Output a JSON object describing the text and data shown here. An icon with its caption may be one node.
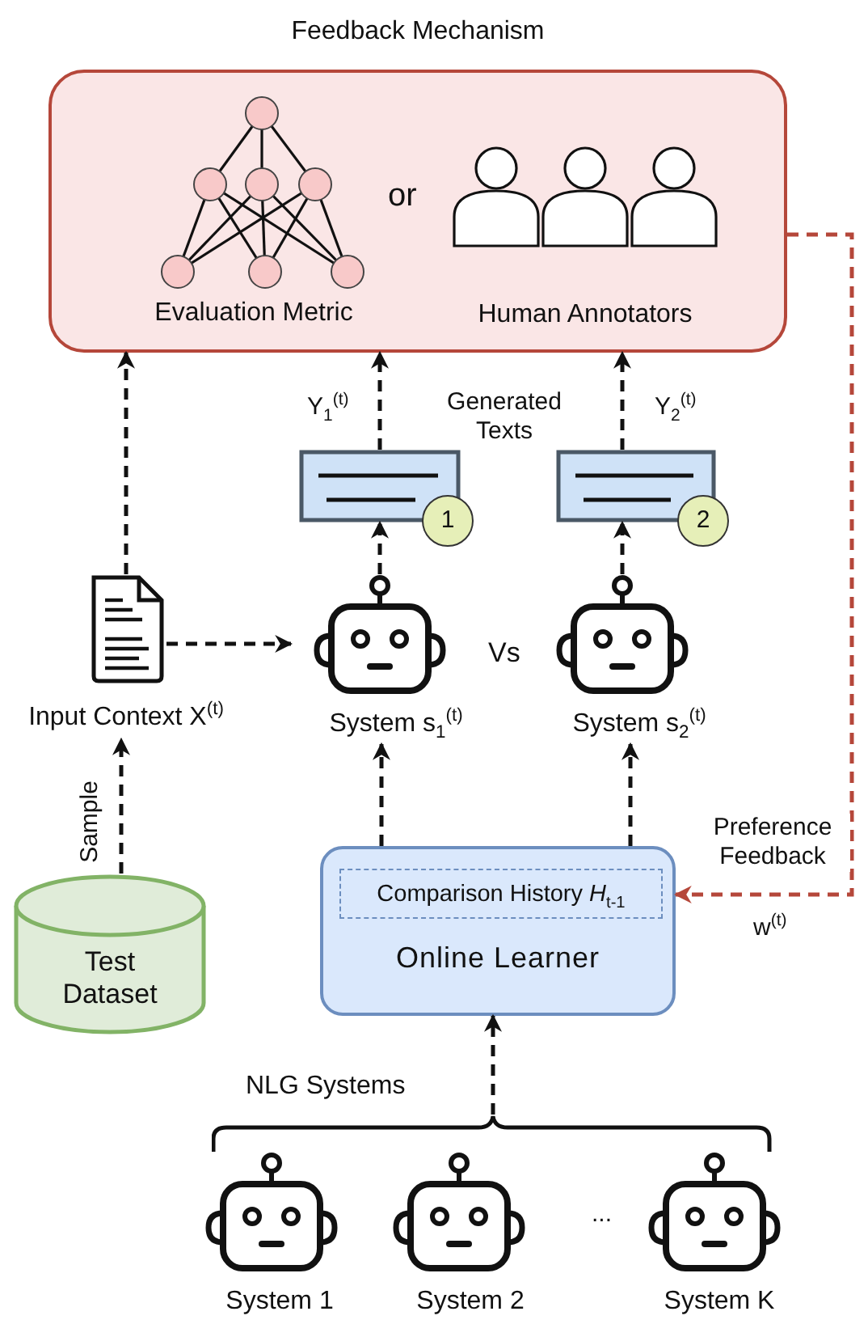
{
  "diagram": {
    "nodes": [
      {
        "text": [
          "Feedback Mechanism"
        ]
      },
      {
        "text": [
          "Evaluation Metric"
        ],
        "in": 0
      },
      {
        "text": [
          "Human Annotators"
        ],
        "in": 0
      },
      {
        "text": [
          "1"
        ],
        "beside": [
          "Y$_{1}$$^{(t)}$"
        ]
      },
      {
        "text": [
          "2"
        ],
        "beside": [
          "Y$_{2}$$^{(t)}$"
        ]
      },
      {
        "text": [
          "Input Context X$^{(t)}$"
        ]
      },
      {
        "text": [
          "System s$_{1}$$^{(t)}$"
        ]
      },
      {
        "text": [
          "System s$_{2}$$^{(t)}$"
        ]
      },
      {
        "text": [
          "Test Dataset"
        ]
      },
      {
        "text": [
          "Online Learner"
        ]
      },
      {
        "text": [
          "Comparison History *H*$_{t-1}$"
        ],
        "in": 9
      },
      {
        "text": [
          "System 1"
        ]
      },
      {
        "text": [
          "System 2"
        ]
      },
      {
        "text": [
          "System K"
        ]
      },
      {
        "text": [],
        "shape": "bracket"
      }
    ],
    "edges": [
      {
        "from": 5,
        "to": 0,
        "arrow": "to",
        "style": "dashed"
      },
      {
        "from": 3,
        "to": 0,
        "arrow": "to",
        "style": "dashed"
      },
      {
        "from": 4,
        "to": 0,
        "arrow": "to",
        "style": "dashed"
      },
      {
        "from": 6,
        "to": 3,
        "arrow": "to",
        "style": "dashed"
      },
      {
        "from": 7,
        "to": 4,
        "arrow": "to",
        "style": "dashed"
      },
      {
        "from": 5,
        "to": 6,
        "arrow": "to",
        "style": "dashed"
      },
      {
        "from": 8,
        "to": 5,
        "arrow": "to",
        "style": "dashed",
        "label": "Sample"
      },
      {
        "from": 9,
        "to": 6,
        "arrow": "to",
        "style": "dashed"
      },
      {
        "from": 9,
        "to": 7,
        "arrow": "to",
        "style": "dashed"
      },
      {
        "from": 14,
        "to": 9,
        "arrow": "to",
        "style": "dashed"
      },
      {
        "from": 0,
        "to": 9,
        "arrow": "to",
        "style": "dashed",
        "color": "#b5473a",
        "label": "Preference Feedback"
      }
    ],
    "labels": [
      "or",
      "Generated Texts",
      "Vs",
      "w$^{(t)}$",
      "NLG Systems",
      "..."
    ]
  }
}
